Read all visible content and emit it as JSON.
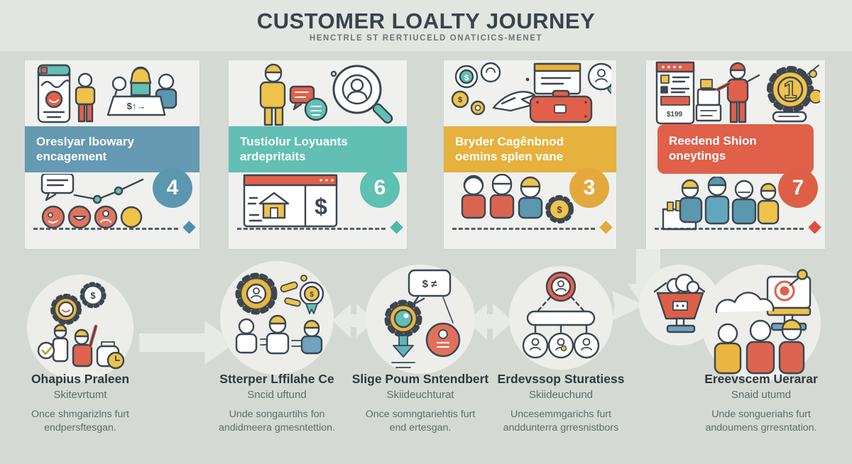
{
  "title": "CUSTOMER LOALTY JOURNEY",
  "subtitle": "HENCTRLE ST RERTIUCELD ONATICICS-MENET",
  "colors": {
    "background": "#d4dad3",
    "header_band": "#e2e6e0",
    "card_bg": "#f0f1ee",
    "ink": "#3b4650",
    "arrow": "#e7eae5",
    "circle_bg": "#edeeea"
  },
  "cards": [
    {
      "banner_line1": "Oreslyar lbowary",
      "banner_line2": "encagement",
      "number": "4",
      "banner_color": "#6699b2",
      "accent": "#5b97ae",
      "diamond_color": "#4e8fa8",
      "laptop_text": "$↑→"
    },
    {
      "banner_line1": "Tustiolur Loyuants",
      "banner_line2": "ardepritaits",
      "number": "6",
      "banner_color": "#62bfb4",
      "accent": "#5ec1b2",
      "diamond_color": "#54b5a9",
      "dollar_text": "$"
    },
    {
      "banner_line1": "Bryder Cagênbnod",
      "banner_line2": "oemins splen vane",
      "number": "3",
      "banner_color": "#e6b13c",
      "accent": "#e4a93d",
      "diamond_color": "#e2a93c",
      "starburst_text": "$"
    },
    {
      "banner_line1": "Reedend Shion",
      "banner_line2": "oneytings",
      "number": "7",
      "banner_color": "#e0604a",
      "accent": "#dd5f46",
      "diamond_color": "#dd4f3d",
      "kiosk_price": "$199",
      "coin_text": "1"
    }
  ],
  "steps": [
    {
      "title": "Ohapius Praleen",
      "subtitle": "Skitevrtumt",
      "desc_line1": "Once shmgarizlns furt",
      "desc_line2": "endpersftesgan."
    },
    {
      "title": "Stterper Lffilahe Ce",
      "subtitle": "Sncid uftund",
      "desc_line1": "Unde songaurtihs fon",
      "desc_line2": "andidmeera gmesntettion."
    },
    {
      "title": "Slige Poum Sntendbert",
      "subtitle": "Skiideuchturat",
      "desc_line1": "Once somngtariehtis furt",
      "desc_line2": "end ertesgan.",
      "bubble_text": "$ ≠"
    },
    {
      "title": "Erdevssop Sturatiess",
      "subtitle": "Skiideuchund",
      "desc_line1": "Uncesemmgarichs furt",
      "desc_line2": "anddunterra grresnistbors"
    },
    {
      "title": "Ereevscem Uerarar",
      "subtitle": "Snaid utumd",
      "desc_line1": "Unde songueriahs furt",
      "desc_line2": "andoumens grresntation."
    }
  ]
}
